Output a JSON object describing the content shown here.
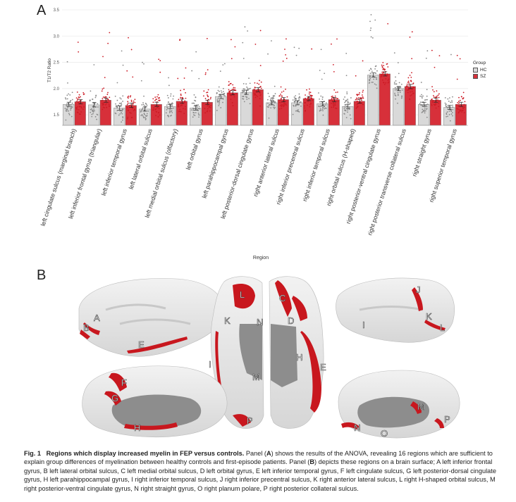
{
  "panel_a_letter": "A",
  "panel_b_letter": "B",
  "chart_data": {
    "type": "bar",
    "ylabel": "T1/T2 Ratio",
    "xlabel": "Region",
    "ylim": [
      1.3,
      3.5
    ],
    "yticks": [
      "1.5",
      "2.0",
      "2.5",
      "3.0",
      "3.5"
    ],
    "legend": {
      "title": "Group",
      "placement": "right"
    },
    "categories": [
      "left cingulate sulcus (marginal branch)",
      "left inferior frontal gyrus (triangular)",
      "left inferior temporal gyrus",
      "left lateral orbital sulcus",
      "left medial orbital sulcus (olfactory)",
      "left orbital gyrus",
      "left parahippocampal gyrus",
      "left posterior-dorsal cingulate gyrus",
      "right anterior lateral sulcus",
      "right inferior precentral sulcus",
      "right inferior temporal sulcus",
      "right orbital sulcus (H-shaped)",
      "right posterior-ventral cingulate gyrus",
      "right posterior transverse collateral sulcus",
      "right straight gyrus",
      "right superior temporal gyrus"
    ],
    "series": [
      {
        "name": "HC",
        "color": "#d9d9d9",
        "values": [
          1.7,
          1.69,
          1.63,
          1.61,
          1.66,
          1.63,
          1.85,
          1.93,
          1.73,
          1.73,
          1.71,
          1.66,
          2.26,
          2.0,
          1.7,
          1.64
        ]
      },
      {
        "name": "SZ",
        "color": "#d7303a",
        "values": [
          1.75,
          1.78,
          1.68,
          1.7,
          1.76,
          1.74,
          1.92,
          1.98,
          1.79,
          1.81,
          1.79,
          1.76,
          2.28,
          2.04,
          1.78,
          1.7
        ]
      }
    ]
  },
  "brain_labels": [
    {
      "letter": "A"
    },
    {
      "letter": "B"
    },
    {
      "letter": "E"
    },
    {
      "letter": "L"
    },
    {
      "letter": "K"
    },
    {
      "letter": "N"
    },
    {
      "letter": "I"
    },
    {
      "letter": "M"
    },
    {
      "letter": "P"
    },
    {
      "letter": "C"
    },
    {
      "letter": "D"
    },
    {
      "letter": "H"
    },
    {
      "letter": "E"
    },
    {
      "letter": "J"
    },
    {
      "letter": "K"
    },
    {
      "letter": "L"
    },
    {
      "letter": "I"
    },
    {
      "letter": "F"
    },
    {
      "letter": "G"
    },
    {
      "letter": "H"
    },
    {
      "letter": "M"
    },
    {
      "letter": "N"
    },
    {
      "letter": "O"
    },
    {
      "letter": "P"
    }
  ],
  "caption": {
    "fig_label": "Fig. 1",
    "title": "Regions which display increased myelin in FEP versus controls.",
    "text_1": " Panel (",
    "ref_a": "A",
    "text_2": ") shows the results of the ANOVA, revealing 16 regions which are sufficient to explain group differences of myelination between healthy controls and first-episode patients. Panel (",
    "ref_b": "B",
    "text_3": ") depicts these regions on a brain surface; A left inferior frontal gyrus, B left lateral orbital sulcus, C left medial orbital sulcus, D left orbital gyrus, E left inferior temporal gyrus, F left cingulate sulcus, G left posterior-dorsal cingulate gyrus, H left parahippocampal gyrus, I right inferior temporal sulcus, J right inferior precentral sulcus, K right anterior lateral sulcus, L right H-shaped orbital sulcus, M right posterior-ventral cingulate gyrus, N right straight gyrus, O right planum polare, P right posterior collateral sulcus."
  }
}
